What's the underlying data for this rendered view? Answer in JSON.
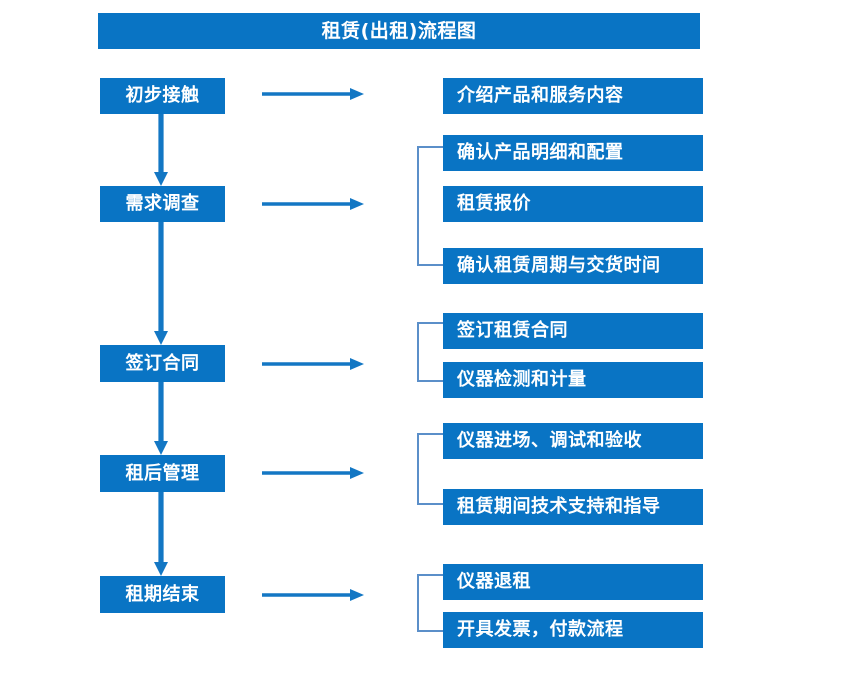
{
  "diagram": {
    "title": "租赁(出租)流程图",
    "colors": {
      "box_fill": "#0974C4",
      "box_text": "#FFFFFF",
      "arrow": "#1377C4",
      "bracket": "#5B8FC9",
      "background": "#FFFFFF"
    },
    "flow_arrow_icon": "arrow-right-icon",
    "step_arrow_icon": "arrow-down-icon",
    "stages": [
      {
        "id": "stage-1",
        "label": "初步接触",
        "details": [
          "介绍产品和服务内容"
        ],
        "has_bracket": false
      },
      {
        "id": "stage-2",
        "label": "需求调查",
        "details": [
          "确认产品明细和配置",
          "租赁报价",
          "确认租赁周期与交货时间"
        ],
        "has_bracket": true
      },
      {
        "id": "stage-3",
        "label": "签订合同",
        "details": [
          "签订租赁合同",
          "仪器检测和计量"
        ],
        "has_bracket": true
      },
      {
        "id": "stage-4",
        "label": "租后管理",
        "details": [
          "仪器进场、调试和验收",
          "租赁期间技术支持和指导"
        ],
        "has_bracket": true
      },
      {
        "id": "stage-5",
        "label": "租期结束",
        "details": [
          "仪器退租",
          "开具发票，付款流程"
        ],
        "has_bracket": true
      }
    ]
  }
}
